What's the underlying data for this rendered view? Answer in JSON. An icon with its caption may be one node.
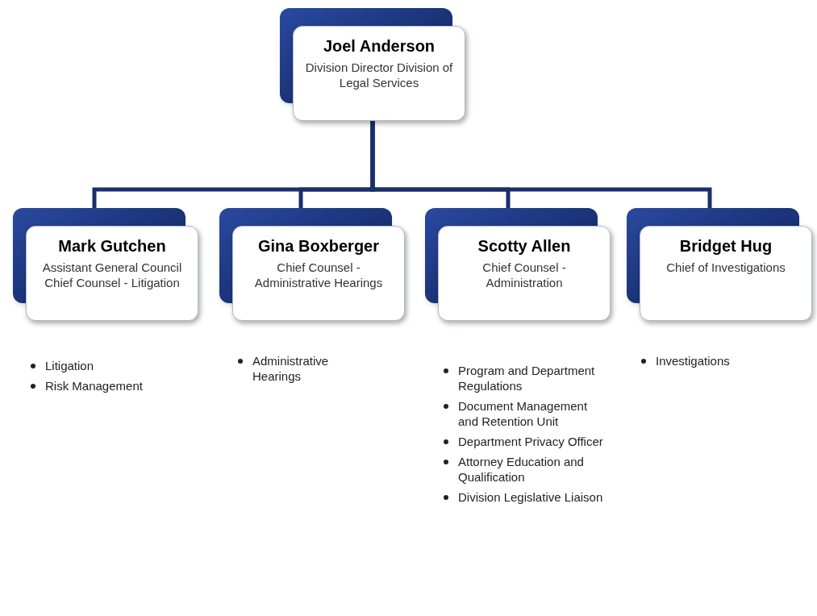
{
  "diagram": {
    "nodes": [
      {
        "text": [
          "Joel Anderson",
          "Division Director Division of Legal Services"
        ]
      },
      {
        "text": [
          "Mark Gutchen",
          "Assistant General Council Chief Counsel - Litigation"
        ],
        "beside": [
          "Litigation",
          "Risk Management"
        ]
      },
      {
        "text": [
          "Gina Boxberger",
          "Chief Counsel - Administrative Hearings"
        ],
        "beside": [
          "Administrative Hearings"
        ]
      },
      {
        "text": [
          "Scotty Allen",
          "Chief Counsel - Administration"
        ],
        "beside": [
          "Program and Department Regulations",
          "Document Management and Retention Unit",
          "Department Privacy Officer",
          "Attorney Education and Qualification",
          "Division Legislative Liaison"
        ]
      },
      {
        "text": [
          "Bridget Hug",
          "Chief of Investigations"
        ],
        "beside": [
          "Investigations"
        ]
      }
    ],
    "edges": [
      {
        "from": 0,
        "to": 1,
        "arrow": "none"
      },
      {
        "from": 0,
        "to": 2,
        "arrow": "none"
      },
      {
        "from": 0,
        "to": 3,
        "arrow": "none"
      },
      {
        "from": 0,
        "to": 4,
        "arrow": "none"
      }
    ]
  }
}
